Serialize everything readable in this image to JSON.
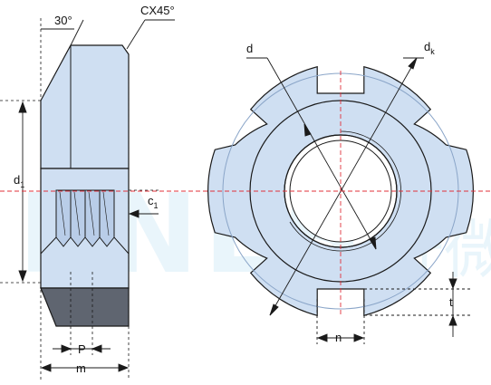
{
  "labels": {
    "angle": "30°",
    "chamfer": "CX45°",
    "d1": "d",
    "d1_sub": "1",
    "c1": "c",
    "c1_sub": "1",
    "pitch": "P",
    "width": "m",
    "d": "d",
    "dk": "d",
    "dk_sub": "k",
    "t": "t",
    "n": "n"
  },
  "watermark": {
    "latin": "RNES",
    "chinese": "肝微"
  },
  "colors": {
    "fill_light": "#cfdff2",
    "fill_mid": "#b9cde8",
    "fill_dark": "#5f6570",
    "outline": "#1a1a1a",
    "center_line": "#e0303a",
    "watermark": "#9fd3ee"
  }
}
